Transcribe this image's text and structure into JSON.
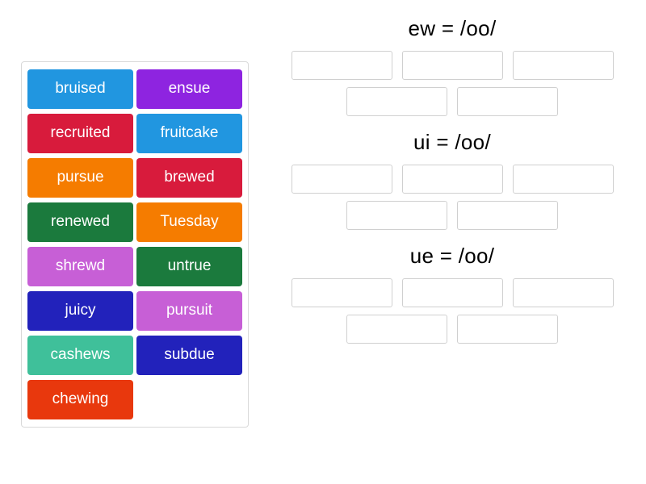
{
  "word_bank": {
    "name": "word-bank",
    "tiles": [
      {
        "text": "bruised",
        "color": "#2196e0"
      },
      {
        "text": "ensue",
        "color": "#8e24e0"
      },
      {
        "text": "recruited",
        "color": "#d81b3c"
      },
      {
        "text": "fruitcake",
        "color": "#2196e0"
      },
      {
        "text": "pursue",
        "color": "#f57c00"
      },
      {
        "text": "brewed",
        "color": "#d81b3c"
      },
      {
        "text": "renewed",
        "color": "#1b7a3d"
      },
      {
        "text": "Tuesday",
        "color": "#f57c00"
      },
      {
        "text": "shrewd",
        "color": "#c75fd6"
      },
      {
        "text": "untrue",
        "color": "#1b7a3d"
      },
      {
        "text": "juicy",
        "color": "#2222bb"
      },
      {
        "text": "pursuit",
        "color": "#c75fd6"
      },
      {
        "text": "cashews",
        "color": "#3fc09a"
      },
      {
        "text": "subdue",
        "color": "#2222bb"
      },
      {
        "text": "chewing",
        "color": "#e8380d"
      }
    ]
  },
  "categories": [
    {
      "title": "ew = /oo/",
      "row_top_slots": 3,
      "row_bottom_slots": 2,
      "slots": [
        "",
        "",
        "",
        "",
        ""
      ]
    },
    {
      "title": "ui = /oo/",
      "row_top_slots": 3,
      "row_bottom_slots": 2,
      "slots": [
        "",
        "",
        "",
        "",
        ""
      ]
    },
    {
      "title": "ue = /oo/",
      "row_top_slots": 3,
      "row_bottom_slots": 2,
      "slots": [
        "",
        "",
        "",
        "",
        ""
      ]
    }
  ],
  "colors": {
    "page_background": "#ffffff",
    "panel_border": "#d9d9d9",
    "slot_border": "#d0d0d0",
    "text": "#000000"
  }
}
